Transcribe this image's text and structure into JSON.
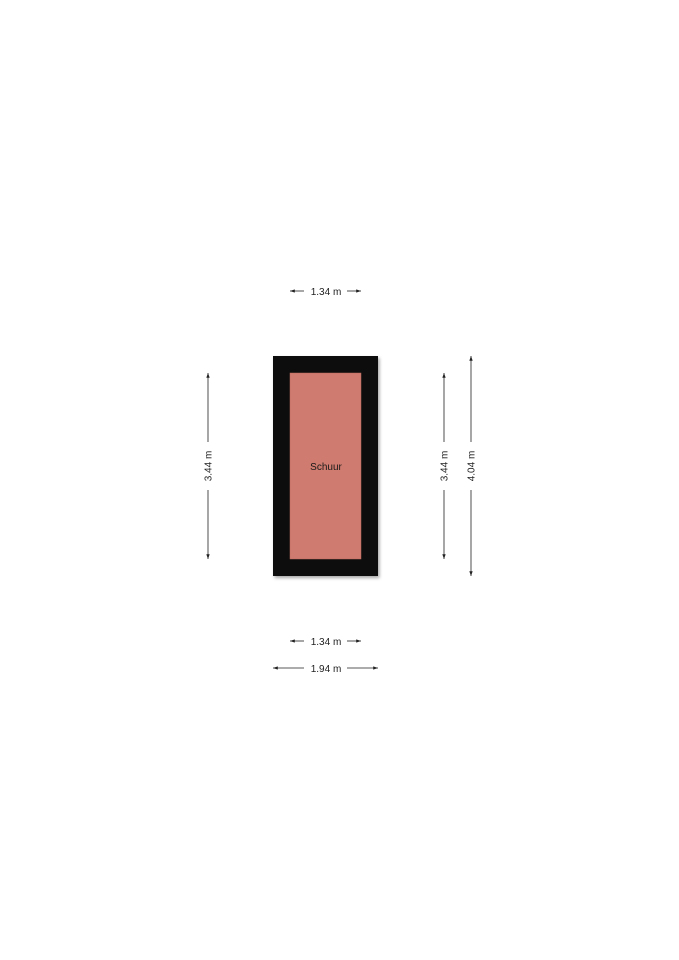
{
  "room": {
    "name": "Schuur",
    "wall_color": "#111111",
    "floor_color": "#cf7b6f"
  },
  "dimensions": {
    "top_inner_width": "1.34 m",
    "bottom_inner_width": "1.34 m",
    "bottom_outer_width": "1.94 m",
    "left_inner_height": "3.44 m",
    "right_inner_height": "3.44 m",
    "right_outer_height": "4.04 m"
  }
}
